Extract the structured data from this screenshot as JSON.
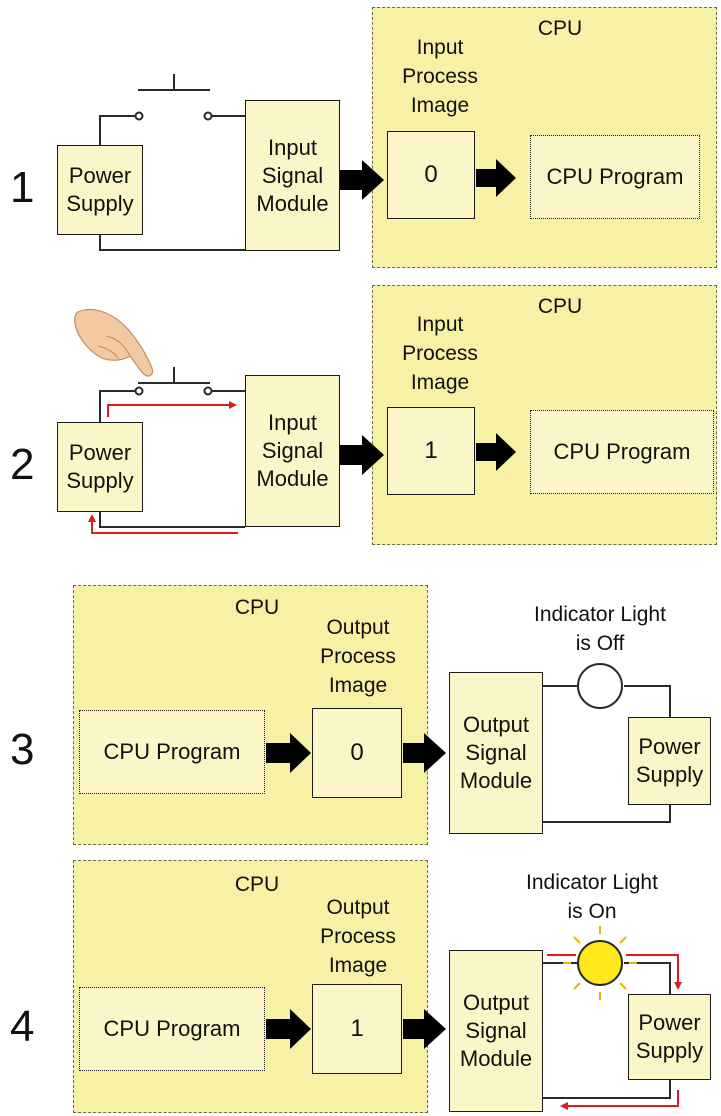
{
  "steps": [
    "1",
    "2",
    "3",
    "4"
  ],
  "labels": {
    "cpu": "CPU",
    "power_supply": "Power\nSupply",
    "input_signal_module": "Input\nSignal\nModule",
    "output_signal_module": "Output\nSignal\nModule",
    "input_process_image": "Input\nProcess\nImage",
    "output_process_image": "Output\nProcess\nImage",
    "cpu_program": "CPU Program"
  },
  "process_image_values": {
    "step1": "0",
    "step2": "1",
    "step3": "0",
    "step4": "1"
  },
  "indicator": {
    "step3": "Indicator Light\nis Off",
    "step4": "Indicator Light\nis On"
  },
  "colors": {
    "panel_fill": "#f7f1a6",
    "box_fill": "#fbf6c8",
    "current_flow": "#e01b1b",
    "lamp_on": "#ffe81a"
  }
}
